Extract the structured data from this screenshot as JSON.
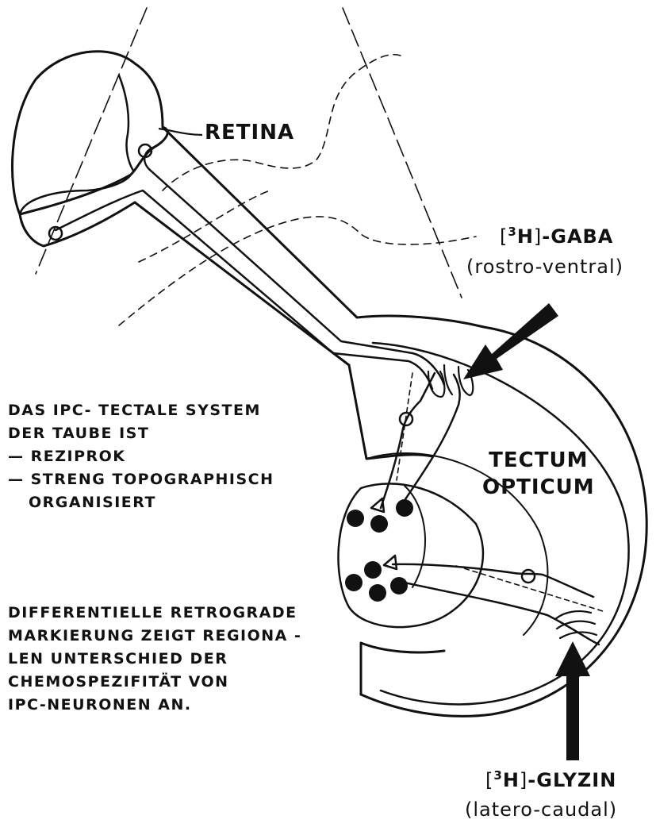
{
  "labels": {
    "retina": "RETINA",
    "tectum_line1": "TECTUM",
    "tectum_line2": "OPTICUM",
    "gaba_iso": "3",
    "gaba_h": "H",
    "gaba_name": "-GABA",
    "gaba_region": "(rostro-ventral)",
    "glyzin_iso": "3",
    "glyzin_h": "H",
    "glyzin_name": "-GLYZIN",
    "glyzin_region": "(latero-caudal)"
  },
  "text_block_1": {
    "line1": "DAS IPC- TECTALE SYSTEM",
    "line2": "DER TAUBE IST",
    "line3": "— REZIPROK",
    "line4": "— STRENG TOPOGRAPHISCH",
    "line5": "ORGANISIERT"
  },
  "text_block_2": {
    "line1": "DIFFERENTIELLE RETROGRADE",
    "line2": "MARKIERUNG ZEIGT REGIONA -",
    "line3": "LEN UNTERSCHIED DER",
    "line4": "CHEMOSPEZIFITÄT VON",
    "line5": "IPC-NEURONEN AN."
  }
}
